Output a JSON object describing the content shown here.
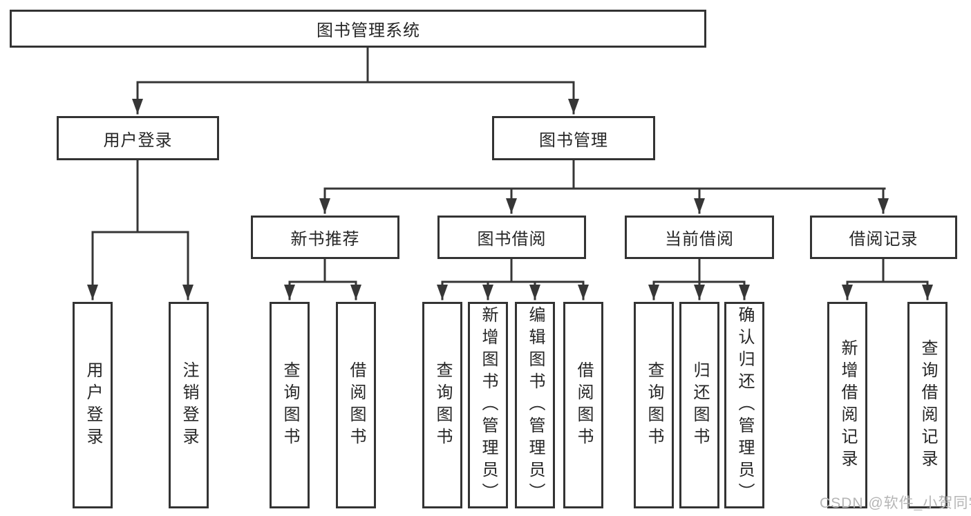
{
  "tree": {
    "root": {
      "label": "图书管理系统"
    },
    "children": [
      {
        "label": "用户登录",
        "children": [
          {
            "label": "用户登录"
          },
          {
            "label": "注销登录"
          }
        ]
      },
      {
        "label": "图书管理",
        "children": [
          {
            "label": "新书推荐",
            "children": [
              {
                "label": "查询图书"
              },
              {
                "label": "借阅图书"
              }
            ]
          },
          {
            "label": "图书借阅",
            "children": [
              {
                "label": "查询图书"
              },
              {
                "label": "新增图书（管理员）"
              },
              {
                "label": "编辑图书（管理员）"
              },
              {
                "label": "借阅图书"
              }
            ]
          },
          {
            "label": "当前借阅",
            "children": [
              {
                "label": "查询图书"
              },
              {
                "label": "归还图书"
              },
              {
                "label": "确认归还（管理员）"
              }
            ]
          },
          {
            "label": "借阅记录",
            "children": [
              {
                "label": "新增借阅记录"
              },
              {
                "label": "查询借阅记录"
              }
            ]
          }
        ]
      }
    ]
  },
  "watermark": {
    "text": "CSDN @软件_小贺同学"
  },
  "colors": {
    "line": "#363636",
    "box_border": "#333333",
    "text": "#262626",
    "background": "#ffffff",
    "watermark": "#b5b5b5"
  }
}
